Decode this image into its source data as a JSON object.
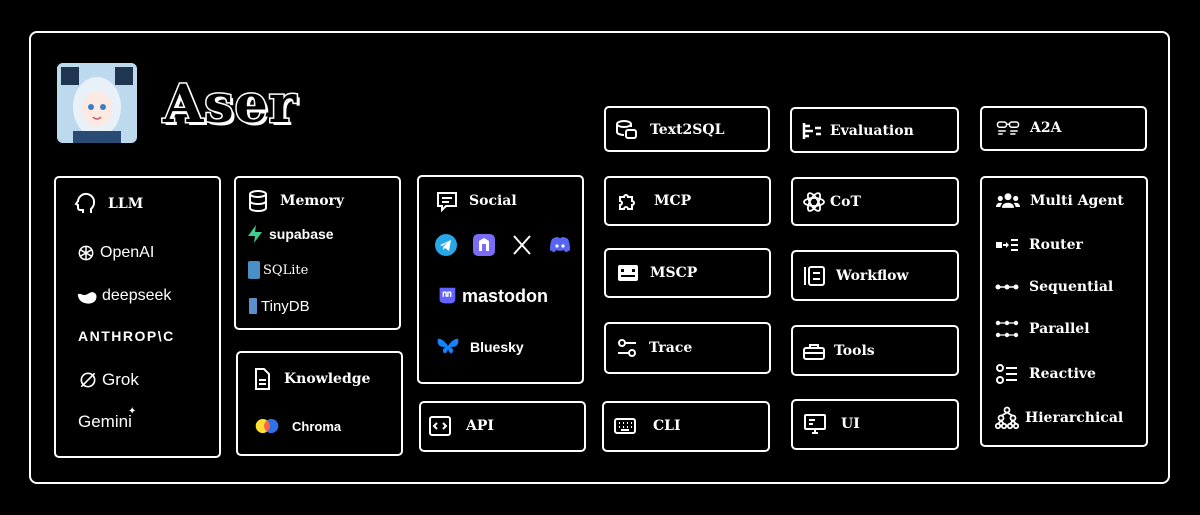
{
  "app": {
    "title": "Aser"
  },
  "boxes": {
    "llm": {
      "title": "LLM",
      "providers": [
        "OpenAI",
        "deepseek",
        "ANTHROP\\C",
        "Grok",
        "Gemini"
      ]
    },
    "memory": {
      "title": "Memory",
      "stores": [
        "supabase",
        "SQLite",
        "TinyDB"
      ]
    },
    "knowledge": {
      "title": "Knowledge",
      "stores": [
        "Chroma"
      ]
    },
    "social": {
      "title": "Social",
      "platforms": [
        "mastodon",
        "Bluesky"
      ]
    },
    "api": {
      "title": "API"
    },
    "text2sql": {
      "title": "Text2SQL"
    },
    "mcp": {
      "title": "MCP"
    },
    "mscp": {
      "title": "MSCP"
    },
    "trace": {
      "title": "Trace"
    },
    "cli": {
      "title": "CLI"
    },
    "evaluation": {
      "title": "Evaluation"
    },
    "cot": {
      "title": "CoT"
    },
    "workflow": {
      "title": "Workflow"
    },
    "tools": {
      "title": "Tools"
    },
    "ui": {
      "title": "UI"
    },
    "a2a": {
      "title": "A2A"
    },
    "multi_agent": {
      "title": "Multi Agent",
      "modes": [
        "Router",
        "Sequential",
        "Parallel",
        "Reactive",
        "Hierarchical"
      ]
    }
  },
  "icons": {
    "colors": {
      "supabase": "#3ecf8e",
      "telegram": "#27a7e7",
      "notion": "#7b6cf6",
      "discord": "#5865f2",
      "mastodon": "#6364ff",
      "bluesky": "#1185fe",
      "sqlite": "#4a8fc7",
      "tinydb": "#5b8fc9",
      "chroma_a": "#ff6446",
      "chroma_b": "#ffde2d",
      "chroma_c": "#327eff"
    }
  }
}
